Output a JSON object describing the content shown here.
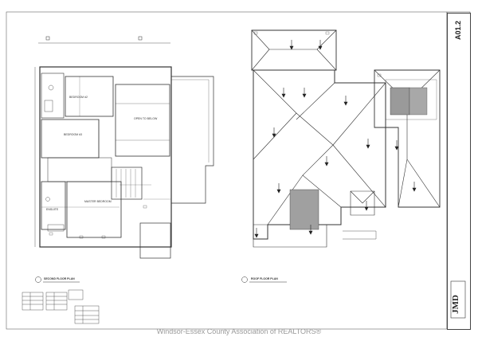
{
  "sheet": {
    "number": "A01.2",
    "watermark": "Windsor-Essex County Association of REALTORS®",
    "logo_text": "JMD"
  },
  "second_floor_plan": {
    "caption": "SECOND FLOOR PLAN",
    "rooms": [
      {
        "name": "BEDROOM",
        "number": "#2"
      },
      {
        "name": "BEDROOM",
        "number": "#3"
      },
      {
        "name": "OPEN TO",
        "number": "BELOW"
      },
      {
        "name": "ENSUITE",
        "number": ""
      },
      {
        "name": "MASTER",
        "number": "BEDROOM"
      }
    ]
  },
  "roof_plan": {
    "caption": "ROOF FLOOR PLAN"
  },
  "colors": {
    "line": "#333333",
    "hatch": "#9a9a9a",
    "watermark": "#9a9a9a"
  }
}
